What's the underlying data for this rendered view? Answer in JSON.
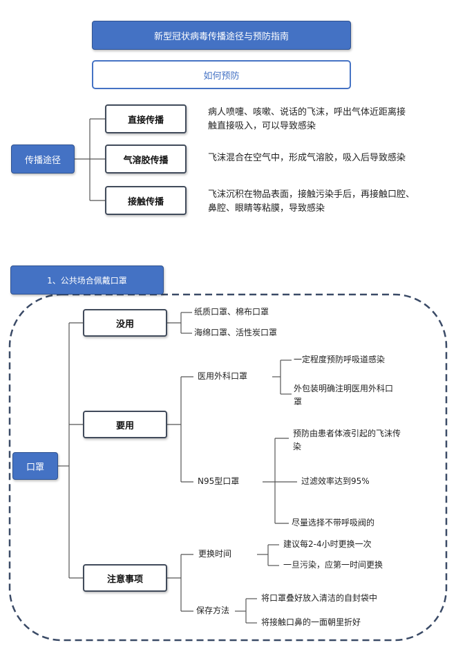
{
  "header": {
    "title": "新型冠状病毒传播途径与预防指南",
    "subtitle": "如何预防"
  },
  "transmission": {
    "root": "传播途径",
    "branches": [
      {
        "label": "直接传播",
        "desc": [
          "病人喷嚏、咳嗽、说话的飞沫，呼出气体近距离接",
          "触直接吸入，可以导致感染"
        ]
      },
      {
        "label": "气溶胶传播",
        "desc": [
          "飞沫混合在空气中，形成气溶胶，吸入后导致感染"
        ]
      },
      {
        "label": "接触传播",
        "desc": [
          "飞沫沉积在物品表面，接触污染手后，再接触口腔、",
          "鼻腔、眼睛等粘膜，导致感染"
        ]
      }
    ]
  },
  "mask_section": {
    "heading": "1、公共场合佩戴口罩",
    "root": "口罩",
    "useless": {
      "label": "没用",
      "items": [
        "纸质口罩、棉布口罩",
        "海绵口罩、活性炭口罩"
      ]
    },
    "useful": {
      "label": "要用",
      "surgical": {
        "label": "医用外科口罩",
        "items": [
          "一定程度预防呼吸道感染",
          "外包装明确注明医用外科口",
          "罩"
        ]
      },
      "n95": {
        "label": "N95型口罩",
        "items": [
          "预防由患者体液引起的飞沫传",
          "染",
          "过滤效率达到95%",
          "尽量选择不带呼吸阀的"
        ]
      }
    },
    "notes": {
      "label": "注意事项",
      "replace": {
        "label": "更换时间",
        "items": [
          "建议每2-4小时更换一次",
          "一旦污染，应第一时间更换"
        ]
      },
      "storage": {
        "label": "保存方法",
        "items": [
          "将口罩叠好放入清洁的自封袋中",
          "将接触口鼻的一面朝里折好"
        ]
      }
    }
  },
  "colors": {
    "accent": "#4472c4",
    "dark_border": "#404a5a",
    "dashed_border": "#3a4a66"
  }
}
